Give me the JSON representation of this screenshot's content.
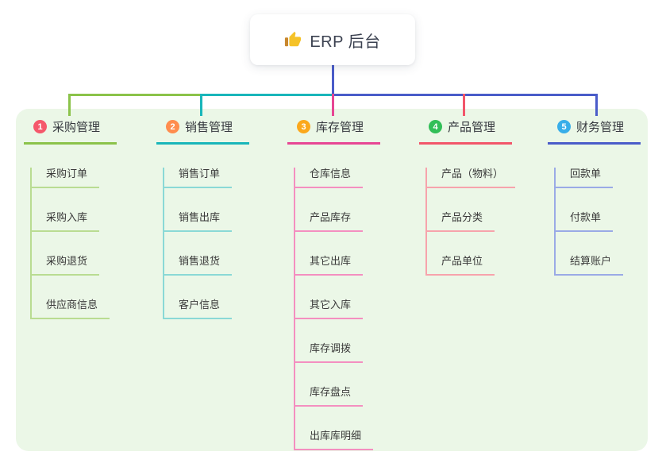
{
  "root": {
    "icon": "thumbs-up-icon",
    "title": "ERP 后台"
  },
  "branches": [
    {
      "num": "1",
      "title": "采购管理",
      "badge_color": "#f5586b",
      "line_color": "#8bc34a",
      "light_line_color": "#b9dc92",
      "children": [
        "采购订单",
        "采购入库",
        "采购退货",
        "供应商信息"
      ]
    },
    {
      "num": "2",
      "title": "销售管理",
      "badge_color": "#ff8d4e",
      "line_color": "#19b6ba",
      "light_line_color": "#8ad9d6",
      "children": [
        "销售订单",
        "销售出库",
        "销售退货",
        "客户信息"
      ]
    },
    {
      "num": "3",
      "title": "库存管理",
      "badge_color": "#fba81c",
      "line_color": "#e74694",
      "light_line_color": "#f48fc0",
      "children": [
        "仓库信息",
        "产品库存",
        "其它出库",
        "其它入库",
        "库存调拨",
        "库存盘点",
        "出库库明细"
      ]
    },
    {
      "num": "4",
      "title": "产品管理",
      "badge_color": "#32bf58",
      "line_color": "#f2566a",
      "light_line_color": "#f7a3ac",
      "children": [
        "产品（物料）",
        "产品分类",
        "产品单位"
      ]
    },
    {
      "num": "5",
      "title": "财务管理",
      "badge_color": "#38aee9",
      "line_color": "#4a5cc9",
      "light_line_color": "#9aaae6",
      "children": [
        "回款单",
        "付款单",
        "结算账户"
      ]
    }
  ],
  "colors": {
    "root_connector": "#4a5cc9",
    "panel_bg": "#ebf7e7",
    "canvas_bg": "#ffffff"
  }
}
